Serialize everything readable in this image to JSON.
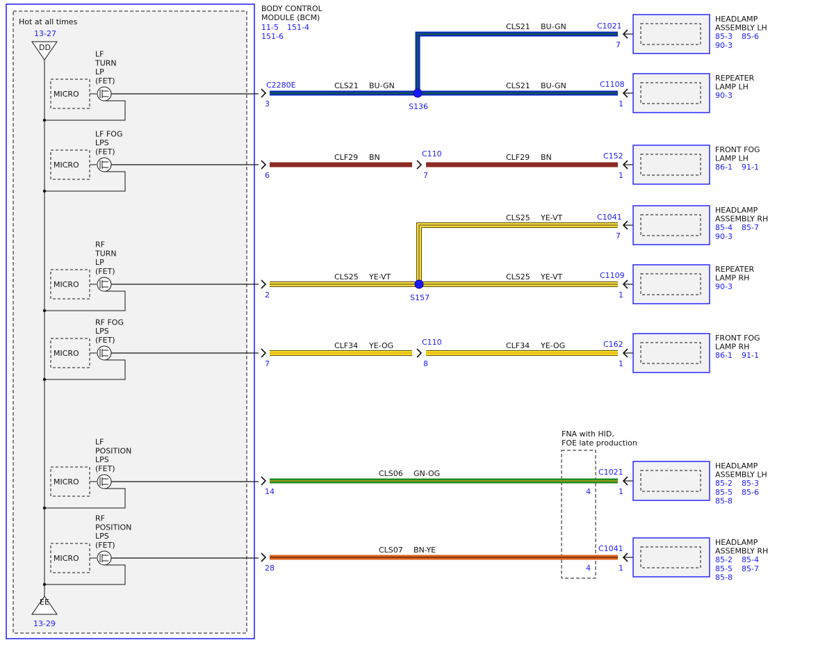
{
  "bcm": {
    "title_line1": "BODY CONTROL",
    "title_line2": "MODULE (BCM)",
    "refs_line1_a": "11-5",
    "refs_line1_b": "151-4",
    "refs_line2": "151-6",
    "hot_label": "Hot at all times",
    "top_node": {
      "ref": "13-27",
      "label": "DD"
    },
    "bottom_node": {
      "ref": "13-29",
      "label": "EE"
    },
    "connector": "C2280E"
  },
  "drivers": [
    {
      "name_lines": [
        "LF",
        "TURN",
        "LP",
        "(FET)"
      ],
      "micro": "MICRO"
    },
    {
      "name_lines": [
        "LF FOG",
        "LPS",
        "(FET)"
      ],
      "micro": "MICRO"
    },
    {
      "name_lines": [
        "RF",
        "TURN",
        "LP",
        "(FET)"
      ],
      "micro": "MICRO"
    },
    {
      "name_lines": [
        "RF FOG",
        "LPS",
        "(FET)"
      ],
      "micro": "MICRO"
    },
    {
      "name_lines": [
        "LF",
        "POSITION",
        "LPS",
        "(FET)"
      ],
      "micro": "MICRO"
    },
    {
      "name_lines": [
        "RF",
        "POSITION",
        "LPS",
        "(FET)"
      ],
      "micro": "MICRO"
    }
  ],
  "circuits": [
    {
      "pin": "3",
      "circuit": "CLS21",
      "color": "BU-GN",
      "splice": "S136",
      "branch": {
        "circuit": "CLS21",
        "color": "BU-GN",
        "connector": "C1021",
        "pin": "7"
      },
      "main": {
        "circuit": "CLS21",
        "color": "BU-GN",
        "connector": "C1108",
        "pin": "1"
      }
    },
    {
      "pin": "6",
      "circuit": "CLF29",
      "color": "BN",
      "inline": {
        "connector": "C110",
        "pin": "7"
      },
      "main": {
        "circuit": "CLF29",
        "color": "BN",
        "connector": "C152",
        "pin": "1"
      }
    },
    {
      "pin": "2",
      "circuit": "CLS25",
      "color": "YE-VT",
      "splice": "S157",
      "branch": {
        "circuit": "CLS25",
        "color": "YE-VT",
        "connector": "C1041",
        "pin": "7"
      },
      "main": {
        "circuit": "CLS25",
        "color": "YE-VT",
        "connector": "C1109",
        "pin": "1"
      }
    },
    {
      "pin": "7",
      "circuit": "CLF34",
      "color": "YE-OG",
      "inline": {
        "connector": "C110",
        "pin": "8"
      },
      "main": {
        "circuit": "CLF34",
        "color": "YE-OG",
        "connector": "C162",
        "pin": "1"
      }
    },
    {
      "pin": "14",
      "circuit": "CLS06",
      "color": "GN-OG",
      "opt_pin": "4",
      "main": {
        "connector": "C1021",
        "pin": "1"
      }
    },
    {
      "pin": "28",
      "circuit": "CLS07",
      "color": "BN-YE",
      "opt_pin": "4",
      "main": {
        "connector": "C1041",
        "pin": "1"
      }
    }
  ],
  "option_box": {
    "line1": "FNA with HID,",
    "line2": "FOE late production"
  },
  "components": [
    {
      "lines": [
        "HEADLAMP",
        "ASSEMBLY LH"
      ],
      "refs": [
        [
          "85-3",
          "85-6"
        ],
        [
          "90-3"
        ]
      ]
    },
    {
      "lines": [
        "REPEATER",
        "LAMP LH"
      ],
      "refs": [
        [
          "90-3"
        ]
      ]
    },
    {
      "lines": [
        "FRONT FOG",
        "LAMP LH"
      ],
      "refs": [
        [
          "86-1",
          "91-1"
        ]
      ]
    },
    {
      "lines": [
        "HEADLAMP",
        "ASSEMBLY RH"
      ],
      "refs": [
        [
          "85-4",
          "85-7"
        ],
        [
          "90-3"
        ]
      ]
    },
    {
      "lines": [
        "REPEATER",
        "LAMP RH"
      ],
      "refs": [
        [
          "90-3"
        ]
      ]
    },
    {
      "lines": [
        "FRONT FOG",
        "LAMP RH"
      ],
      "refs": [
        [
          "86-1",
          "91-1"
        ]
      ]
    },
    {
      "lines": [
        "HEADLAMP",
        "ASSEMBLY LH"
      ],
      "refs": [
        [
          "85-2",
          "85-3"
        ],
        [
          "85-5",
          "85-6"
        ],
        [
          "85-8"
        ]
      ]
    },
    {
      "lines": [
        "HEADLAMP",
        "ASSEMBLY RH"
      ],
      "refs": [
        [
          "85-2",
          "85-4"
        ],
        [
          "85-5",
          "85-7"
        ],
        [
          "85-8"
        ]
      ]
    }
  ],
  "wire_colors": {
    "BU-GN": {
      "base": "#0a2db8",
      "stripe": "#1e6b1e"
    },
    "BN": {
      "base": "#8b2a22",
      "stripe": "#8b2a22"
    },
    "YE-VT": {
      "base": "#f1de3a",
      "stripe": "#8a6d2a"
    },
    "YE-OG": {
      "base": "#f7e21c",
      "stripe": "#e8a31c"
    },
    "GN-OG": {
      "base": "#1f8a1f",
      "stripe": "#c4a21a"
    },
    "BN-YE": {
      "base": "#d8641c",
      "stripe": "#7a2a14"
    }
  },
  "accent_color": "#1a1aff"
}
